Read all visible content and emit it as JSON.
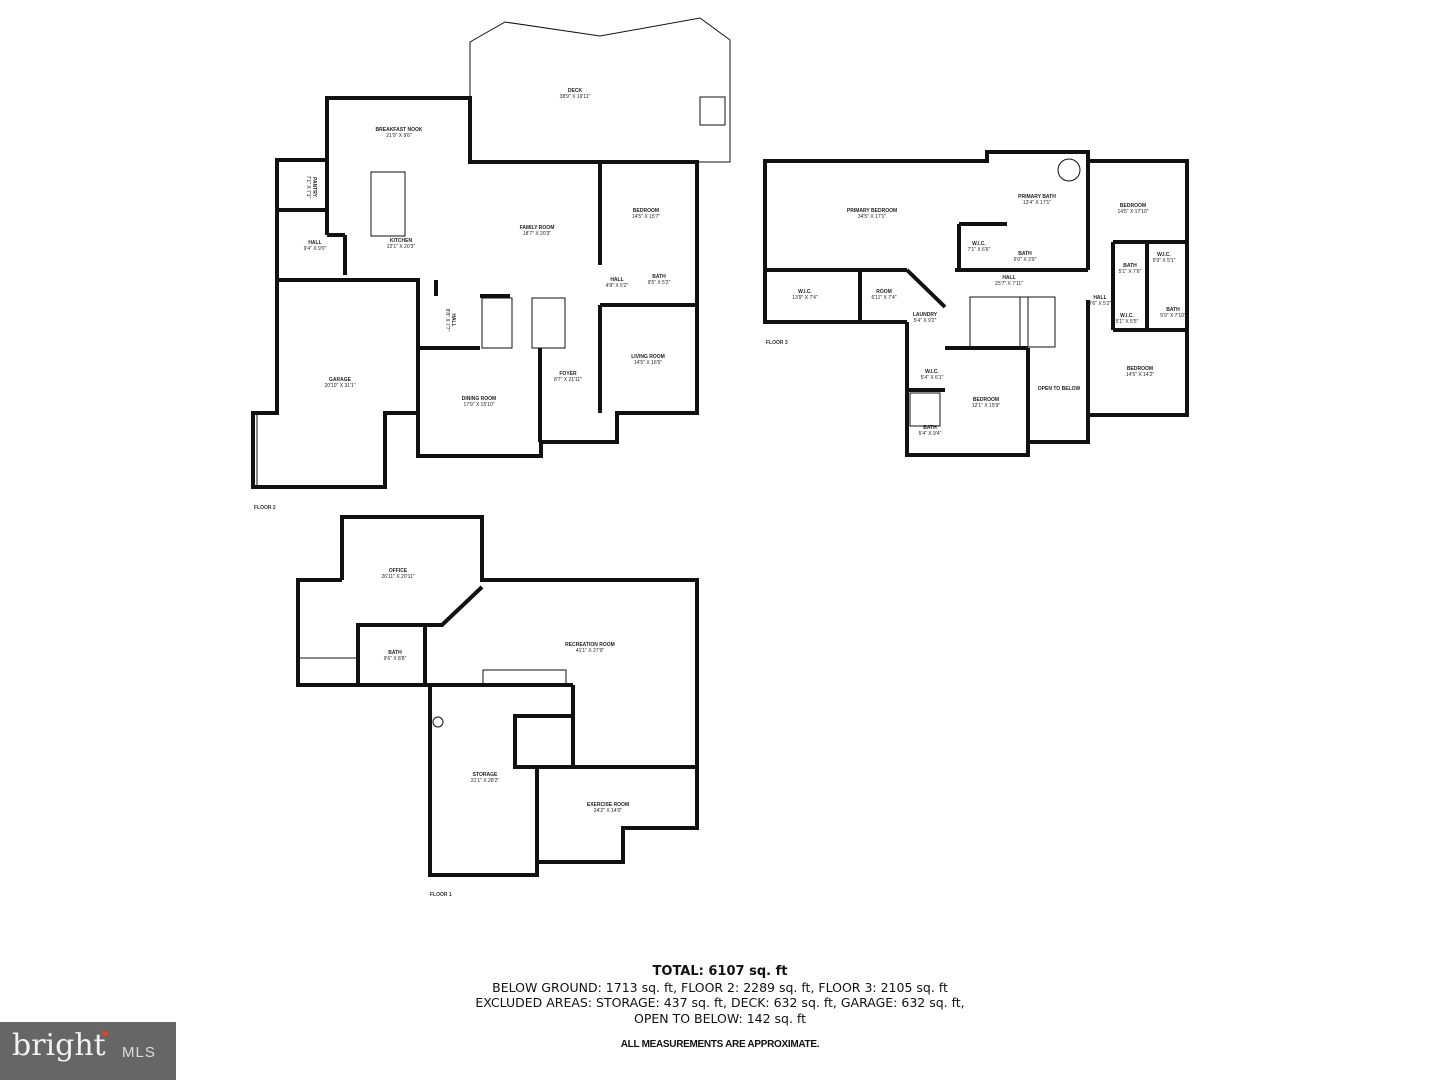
{
  "floor2": {
    "label": "FLOOR 2",
    "rooms": [
      {
        "name": "DECK",
        "dims": "38'9\" X 19'11\""
      },
      {
        "name": "BREAKFAST NOOK",
        "dims": "21'0\" X 9'6\""
      },
      {
        "name": "PANTRY",
        "dims": "7'1\" X 7'1\""
      },
      {
        "name": "HALL",
        "dims": "9'4\" X 9'0\""
      },
      {
        "name": "KITCHEN",
        "dims": "22'1\" X 20'3\""
      },
      {
        "name": "FAMILY ROOM",
        "dims": "18'7\" X 20'3\""
      },
      {
        "name": "BEDROOM",
        "dims": "14'5\" X 15'7\""
      },
      {
        "name": "HALL",
        "dims": "4'8\" X 5'2\""
      },
      {
        "name": "BATH",
        "dims": "9'5\" X 5'2\""
      },
      {
        "name": "HALL",
        "dims": "8'8\" X 7'7\""
      },
      {
        "name": "GARAGE",
        "dims": "20'10\" X 31'1\""
      },
      {
        "name": "DINING ROOM",
        "dims": "17'9\" X 15'10\""
      },
      {
        "name": "FOYER",
        "dims": "8'7\" X 21'11\""
      },
      {
        "name": "LIVING ROOM",
        "dims": "14'5\" X 16'5\""
      }
    ]
  },
  "floor3": {
    "label": "FLOOR 3",
    "rooms": [
      {
        "name": "PRIMARY BEDROOM",
        "dims": "34'5\" X 17'1\""
      },
      {
        "name": "PRIMARY BATH",
        "dims": "13'4\" X 17'1\""
      },
      {
        "name": "BEDROOM",
        "dims": "14'5\" X 17'10\""
      },
      {
        "name": "W.I.C.",
        "dims": "7'1\" X 6'6\""
      },
      {
        "name": "BATH",
        "dims": "6'0\" X 3'9\""
      },
      {
        "name": "W.I.C.",
        "dims": "13'9\" X 7'4\""
      },
      {
        "name": "ROOM",
        "dims": "6'11\" X 7'4\""
      },
      {
        "name": "HALL",
        "dims": "25'7\" X 7'11\""
      },
      {
        "name": "BATH",
        "dims": "5'1\" X 7'6\""
      },
      {
        "name": "W.I.C.",
        "dims": "5'9\" X 5'1\""
      },
      {
        "name": "HALL",
        "dims": "3'6\" X 5'2\""
      },
      {
        "name": "W.I.C.",
        "dims": "5'1\" X 5'5\""
      },
      {
        "name": "BATH",
        "dims": "5'9\" X 7'10\""
      },
      {
        "name": "LAUNDRY",
        "dims": "5'4\" X 9'2\""
      },
      {
        "name": "W.I.C.",
        "dims": "5'4\" X 6'1\""
      },
      {
        "name": "BEDROOM",
        "dims": "12'1\" X 15'9\""
      },
      {
        "name": "OPEN TO BELOW",
        "dims": ""
      },
      {
        "name": "BEDROOM",
        "dims": "14'5\" X 14'2\""
      },
      {
        "name": "BATH",
        "dims": "5'4\" X 9'4\""
      }
    ]
  },
  "floor1": {
    "label": "FLOOR 1",
    "rooms": [
      {
        "name": "OFFICE",
        "dims": "26'11\" X 20'11\""
      },
      {
        "name": "BATH",
        "dims": "9'6\" X 8'8\""
      },
      {
        "name": "RECREATION ROOM",
        "dims": "41'1\" X 27'9\""
      },
      {
        "name": "STORAGE",
        "dims": "21'1\" X 28'2\""
      },
      {
        "name": "EXERCISE ROOM",
        "dims": "24'2\" X 14'0\""
      }
    ]
  },
  "summary": {
    "total": "TOTAL: 6107 sq. ft",
    "line1": "BELOW GROUND: 1713 sq. ft, FLOOR 2: 2289 sq. ft, FLOOR 3: 2105 sq. ft",
    "line2": "EXCLUDED AREAS: STORAGE: 437 sq. ft, DECK: 632 sq. ft, GARAGE: 632 sq. ft,",
    "line3": "OPEN TO BELOW: 142 sq. ft",
    "note": "ALL MEASUREMENTS ARE APPROXIMATE."
  },
  "logo": {
    "brand": "bright",
    "suffix": "MLS",
    "accent": "#d9472b"
  }
}
